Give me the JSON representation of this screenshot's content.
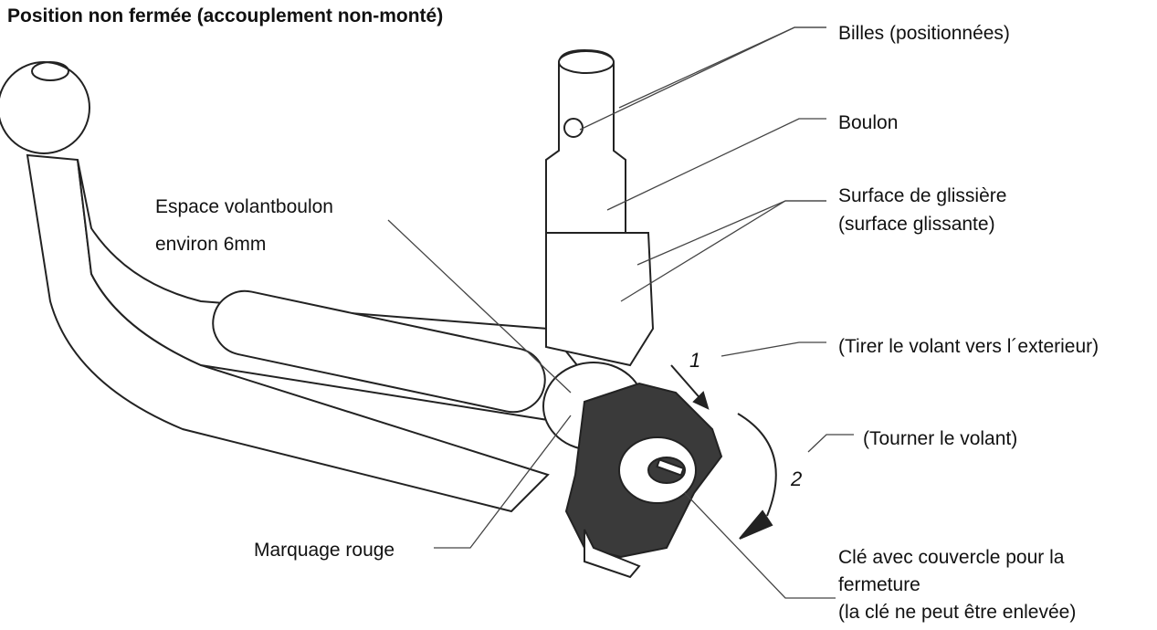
{
  "title": "Position non fermée (accouplement non-monté)",
  "labels": {
    "billes": "Billes (positionnées)",
    "boulon": "Boulon",
    "surface_line1": "Surface de glissière",
    "surface_line2": "(surface glissante)",
    "espace_line1": "Espace volantboulon",
    "espace_line2": "environ 6mm",
    "tirer": "(Tirer le volant vers l´exterieur)",
    "tourner": "(Tourner le volant)",
    "marquage": "Marquage rouge",
    "cle_line1": "Clé avec couvercle pour la",
    "cle_line2": "fermeture",
    "cle_line3": "(la clé ne peut être enlevée)"
  },
  "steps": {
    "one": "1",
    "two": "2"
  },
  "colors": {
    "line": "#222222",
    "fill": "#ffffff",
    "knob": "#3a3a3a"
  }
}
